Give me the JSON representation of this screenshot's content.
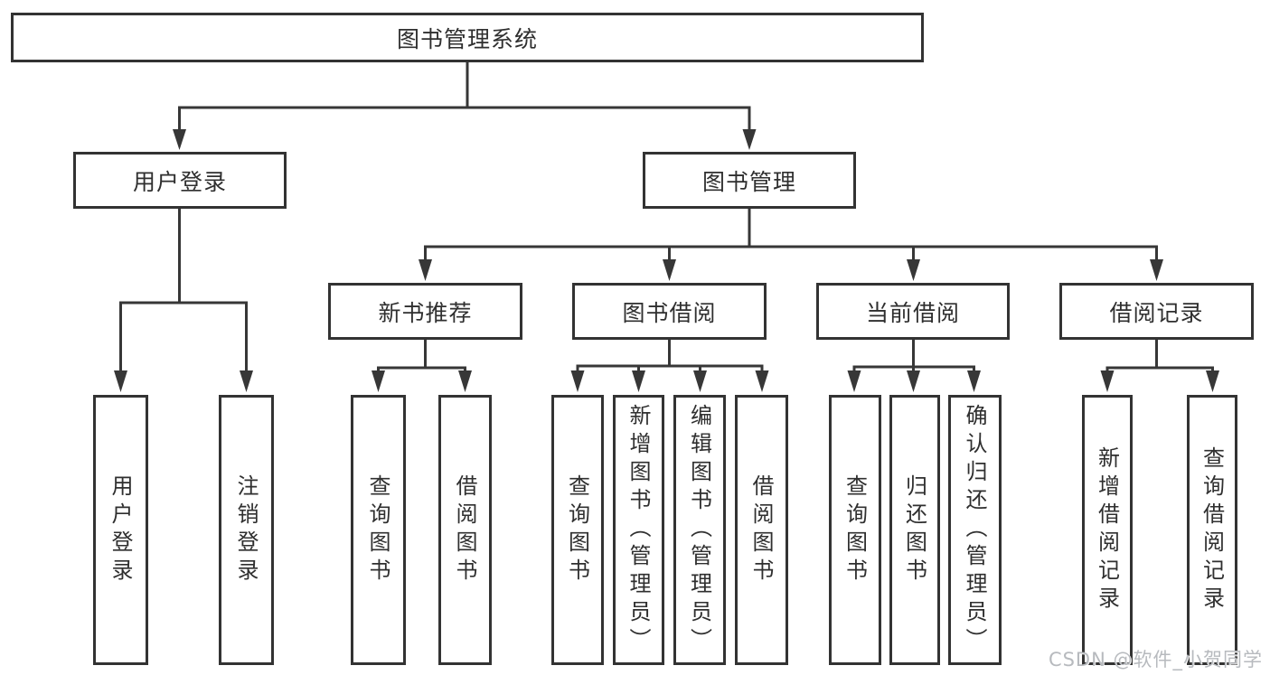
{
  "diagram": {
    "root": {
      "label": "图书管理系统",
      "children": [
        {
          "label": "用户登录",
          "children": [
            {
              "label": "用户登录"
            },
            {
              "label": "注销登录"
            }
          ]
        },
        {
          "label": "图书管理",
          "children": [
            {
              "label": "新书推荐",
              "children": [
                {
                  "label": "查询图书"
                },
                {
                  "label": "借阅图书"
                }
              ]
            },
            {
              "label": "图书借阅",
              "children": [
                {
                  "label": "查询图书"
                },
                {
                  "label": "新增图书（管理员）"
                },
                {
                  "label": "编辑图书（管理员）"
                },
                {
                  "label": "借阅图书"
                }
              ]
            },
            {
              "label": "当前借阅",
              "children": [
                {
                  "label": "查询图书"
                },
                {
                  "label": "归还图书"
                },
                {
                  "label": "确认归还（管理员）"
                }
              ]
            },
            {
              "label": "借阅记录",
              "children": [
                {
                  "label": "新增借阅记录"
                },
                {
                  "label": "查询借阅记录"
                }
              ]
            }
          ]
        }
      ]
    }
  },
  "watermark": {
    "text": "CSDN @软件_小贺同学"
  },
  "colors": {
    "background": "#ffffff",
    "box_border": "#333333",
    "connector_line": "#373737",
    "label_text": "#2f2f2f",
    "watermark_text": "#b7babe"
  }
}
